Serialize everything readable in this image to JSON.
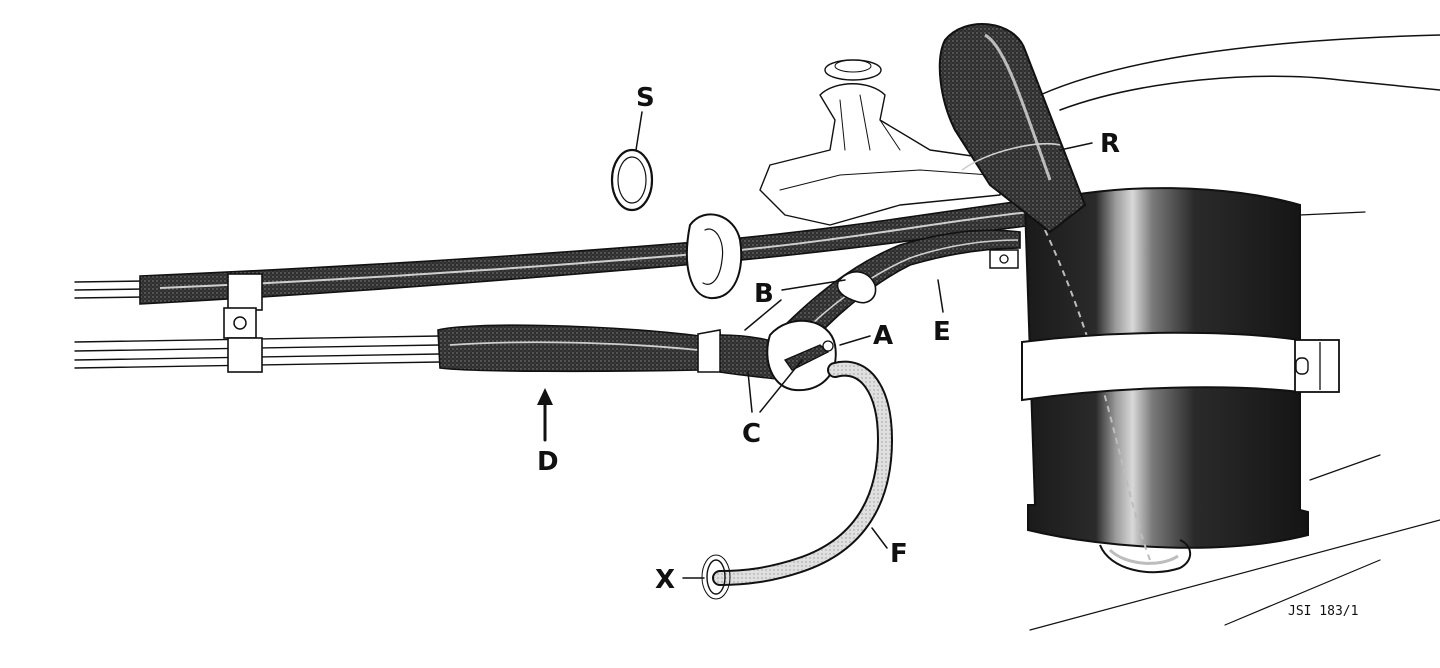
{
  "colors": {
    "ink": "#111111",
    "paper": "#ffffff",
    "sleeve": "#3a3a3a",
    "hose": "#d8d8d8"
  },
  "callouts": {
    "s": "S",
    "r": "R",
    "b": "B",
    "a": "A",
    "e": "E",
    "c": "C",
    "d": "D",
    "f": "F",
    "x": "X"
  },
  "reference": "JSI 183/1"
}
